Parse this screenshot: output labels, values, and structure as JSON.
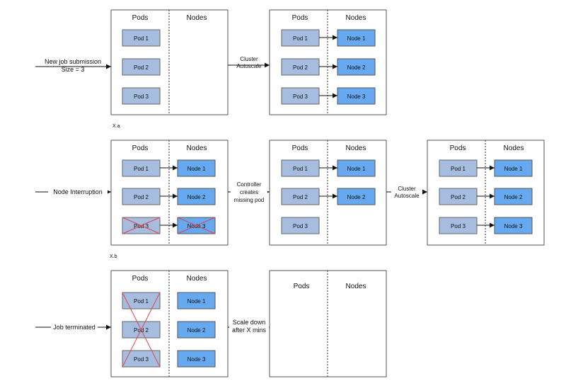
{
  "colors": {
    "pod_fill": "#a7bde0",
    "node_fill": "#66a9f0",
    "cross_stroke": "#e0454f",
    "panel_stroke": "#555555",
    "arrow": "#111111"
  },
  "headers": {
    "pods": "Pods",
    "nodes": "Nodes"
  },
  "section_labels": {
    "a": "X.a",
    "b": "X.b"
  },
  "edge_labels": {
    "new_job": [
      "New job submission",
      "Size = 3"
    ],
    "cluster_autoscale_a": [
      "Cluster",
      "Autoscale"
    ],
    "node_interruption": [
      "Node Interruption"
    ],
    "controller": [
      "Controller",
      "creates",
      "missing pod"
    ],
    "cluster_autoscale_b": [
      "Cluster",
      "Autoscale"
    ],
    "job_terminated": [
      "Job terminated"
    ],
    "scale_down": [
      "Scale down",
      "after X mins"
    ]
  },
  "panels": [
    {
      "id": "a1",
      "pods": [
        "Pod 1",
        "Pod 2",
        "Pod 3"
      ],
      "nodes": []
    },
    {
      "id": "a2",
      "pods": [
        "Pod 1",
        "Pod 2",
        "Pod 3"
      ],
      "nodes": [
        "Node 1",
        "Node 2",
        "Node 3"
      ]
    },
    {
      "id": "b1",
      "pods": [
        "Pod 1",
        "Pod 2",
        "Pod 3"
      ],
      "nodes": [
        "Node 1",
        "Node 2",
        "Node 3"
      ],
      "crossed_pods": [
        "Pod 3"
      ],
      "crossed_nodes": [
        "Node 3"
      ]
    },
    {
      "id": "b2",
      "pods": [
        "Pod 1",
        "Pod 2",
        "Pod 3"
      ],
      "nodes": [
        "Node 1",
        "Node 2"
      ]
    },
    {
      "id": "b3",
      "pods": [
        "Pod 1",
        "Pod 2",
        "Pod 3"
      ],
      "nodes": [
        "Node 1",
        "Node 2",
        "Node 3"
      ]
    },
    {
      "id": "c1",
      "pods": [
        "Pod 1",
        "Pod 2",
        "Pod 3"
      ],
      "nodes": [
        "Node 1",
        "Node 2",
        "Node 3"
      ],
      "crossed_pods_all": true
    },
    {
      "id": "c2",
      "pods": [],
      "nodes": []
    }
  ]
}
